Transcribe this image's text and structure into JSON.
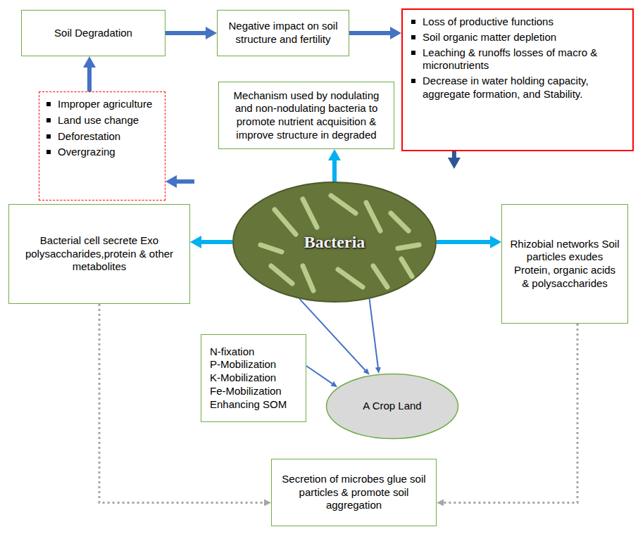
{
  "diagram": {
    "nodes": [
      {
        "text": [
          "Soil Degradation"
        ]
      },
      {
        "text": [
          "Negative impact on soil structure and fertility"
        ]
      },
      {
        "text": [
          "Loss of productive functions",
          "Soil organic matter depletion",
          "Leaching & runoffs losses of macro & micronutrients",
          "Decrease in water holding capacity, aggregate formation, and Stability."
        ]
      },
      {
        "text": [
          "Mechanism used by nodulating and non-nodulating bacteria to promote nutrient acquisition & improve structure in degraded"
        ]
      },
      {
        "text": [
          "Improper agriculture",
          "Land use change",
          "Deforestation",
          "Overgrazing"
        ]
      },
      {
        "text": []
      },
      {
        "text": [
          "Bacteria"
        ],
        "in": 5
      },
      {
        "text": [
          "Bacterial cell secrete Exo polysaccharides,protein & other metabolites"
        ]
      },
      {
        "text": [
          "Rhizobial networks Soil particles exudes Protein, organic acids & polysaccharides"
        ]
      },
      {
        "text": [
          "N-fixation",
          "P-Mobilization",
          "K-Mobilization",
          "Fe-Mobilization",
          "Enhancing SOM"
        ],
        "in": 5
      },
      {
        "text": [
          "A Crop Land"
        ],
        "in": 5
      },
      {
        "text": [
          "Secretion of microbes glue soil particles & promote soil aggregation"
        ],
        "in": 5
      }
    ],
    "edges": [
      {
        "from": 0,
        "to": 1,
        "arrow": "to"
      },
      {
        "from": 1,
        "to": 2,
        "arrow": "to"
      },
      {
        "from": 4,
        "to": 0,
        "arrow": "to"
      },
      {
        "from": 5,
        "to": 4,
        "arrow": "to"
      },
      {
        "from": 6,
        "to": 3,
        "arrow": "to"
      },
      {
        "from": 2,
        "to": 5,
        "arrow": "to"
      },
      {
        "from": 6,
        "to": 7,
        "arrow": "to"
      },
      {
        "from": 6,
        "to": 8,
        "arrow": "to"
      },
      {
        "from": 6,
        "to": 10,
        "arrow": "to"
      },
      {
        "from": 6,
        "to": 10,
        "arrow": "to"
      },
      {
        "from": 9,
        "to": 10,
        "arrow": "to"
      },
      {
        "from": 7,
        "to": 11,
        "arrow": "to"
      },
      {
        "from": 8,
        "to": 11,
        "arrow": "to"
      }
    ]
  }
}
